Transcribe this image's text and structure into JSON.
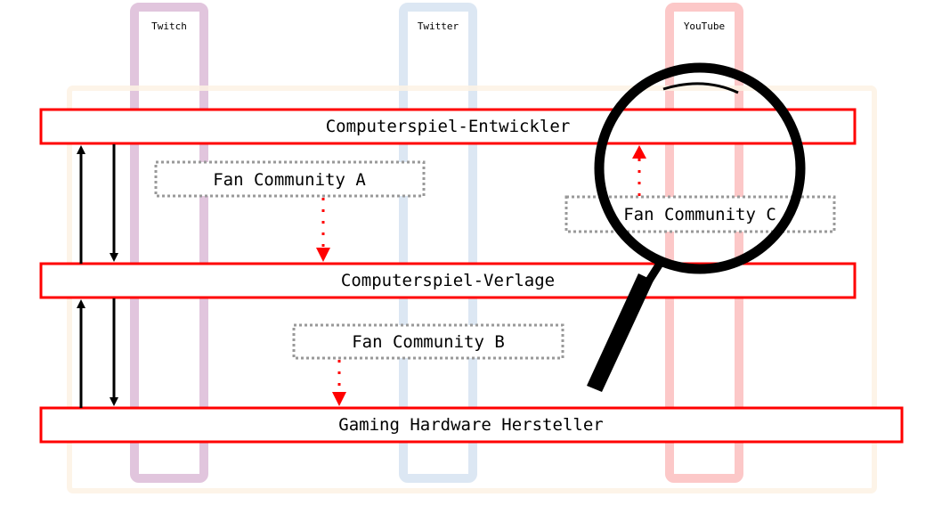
{
  "diagram": {
    "lanes": [
      {
        "label": "Twitch",
        "color": "#e1c5dd"
      },
      {
        "label": "Twitter",
        "color": "#dce7f3"
      },
      {
        "label": "YouTube",
        "color": "#fcc8c8"
      }
    ],
    "container_color": "#fdf2e4",
    "entities": [
      {
        "label": "Computerspiel-Entwickler"
      },
      {
        "label": "Computerspiel-Verlage"
      },
      {
        "label": "Gaming Hardware Hersteller"
      }
    ],
    "entity_border_color": "#ff0000",
    "fan_communities": [
      {
        "label": "Fan Community A",
        "target": "Computerspiel-Verlage"
      },
      {
        "label": "Fan Community B",
        "target": "Gaming Hardware Hersteller"
      },
      {
        "label": "Fan Community C",
        "target": "Computerspiel-Entwickler"
      }
    ],
    "fan_border_color": "#999999",
    "flow_arrow_color": "#ff0000",
    "magnifier_icon": "magnifying-glass"
  }
}
